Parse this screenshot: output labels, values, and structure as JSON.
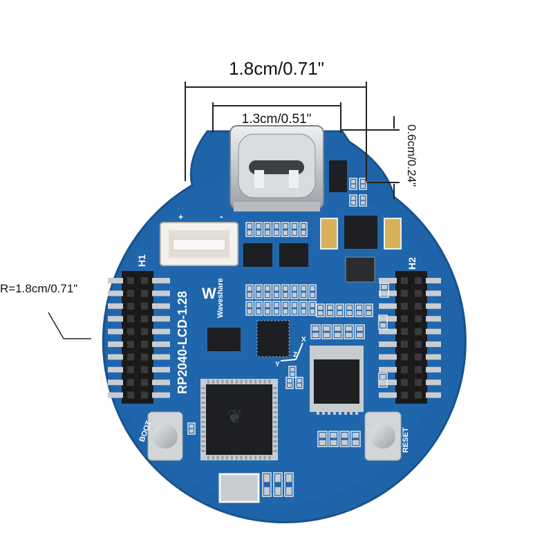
{
  "dimensions": {
    "board_width": "1.8cm/0.71\"",
    "usb_width": "1.3cm/0.51\"",
    "usb_height": "0.6cm/0.24\"",
    "radius": "R=1.8cm/0.71\""
  },
  "silkscreen": {
    "board_name": "RP2040-LCD-1.28",
    "brand": "Waveshare",
    "header_left": "H1",
    "header_right": "H2",
    "boot": "BOOT",
    "reset": "RESET",
    "pin_plus": "+",
    "pin_minus": "-",
    "axis_x": "X",
    "axis_y": "Y",
    "axis_z": "Z"
  },
  "colors": {
    "board": "#1f63a8",
    "board_edge": "#18528d",
    "header": "#1a1a1a",
    "gold": "#d8b25a",
    "silver": "#c9ccd0"
  }
}
